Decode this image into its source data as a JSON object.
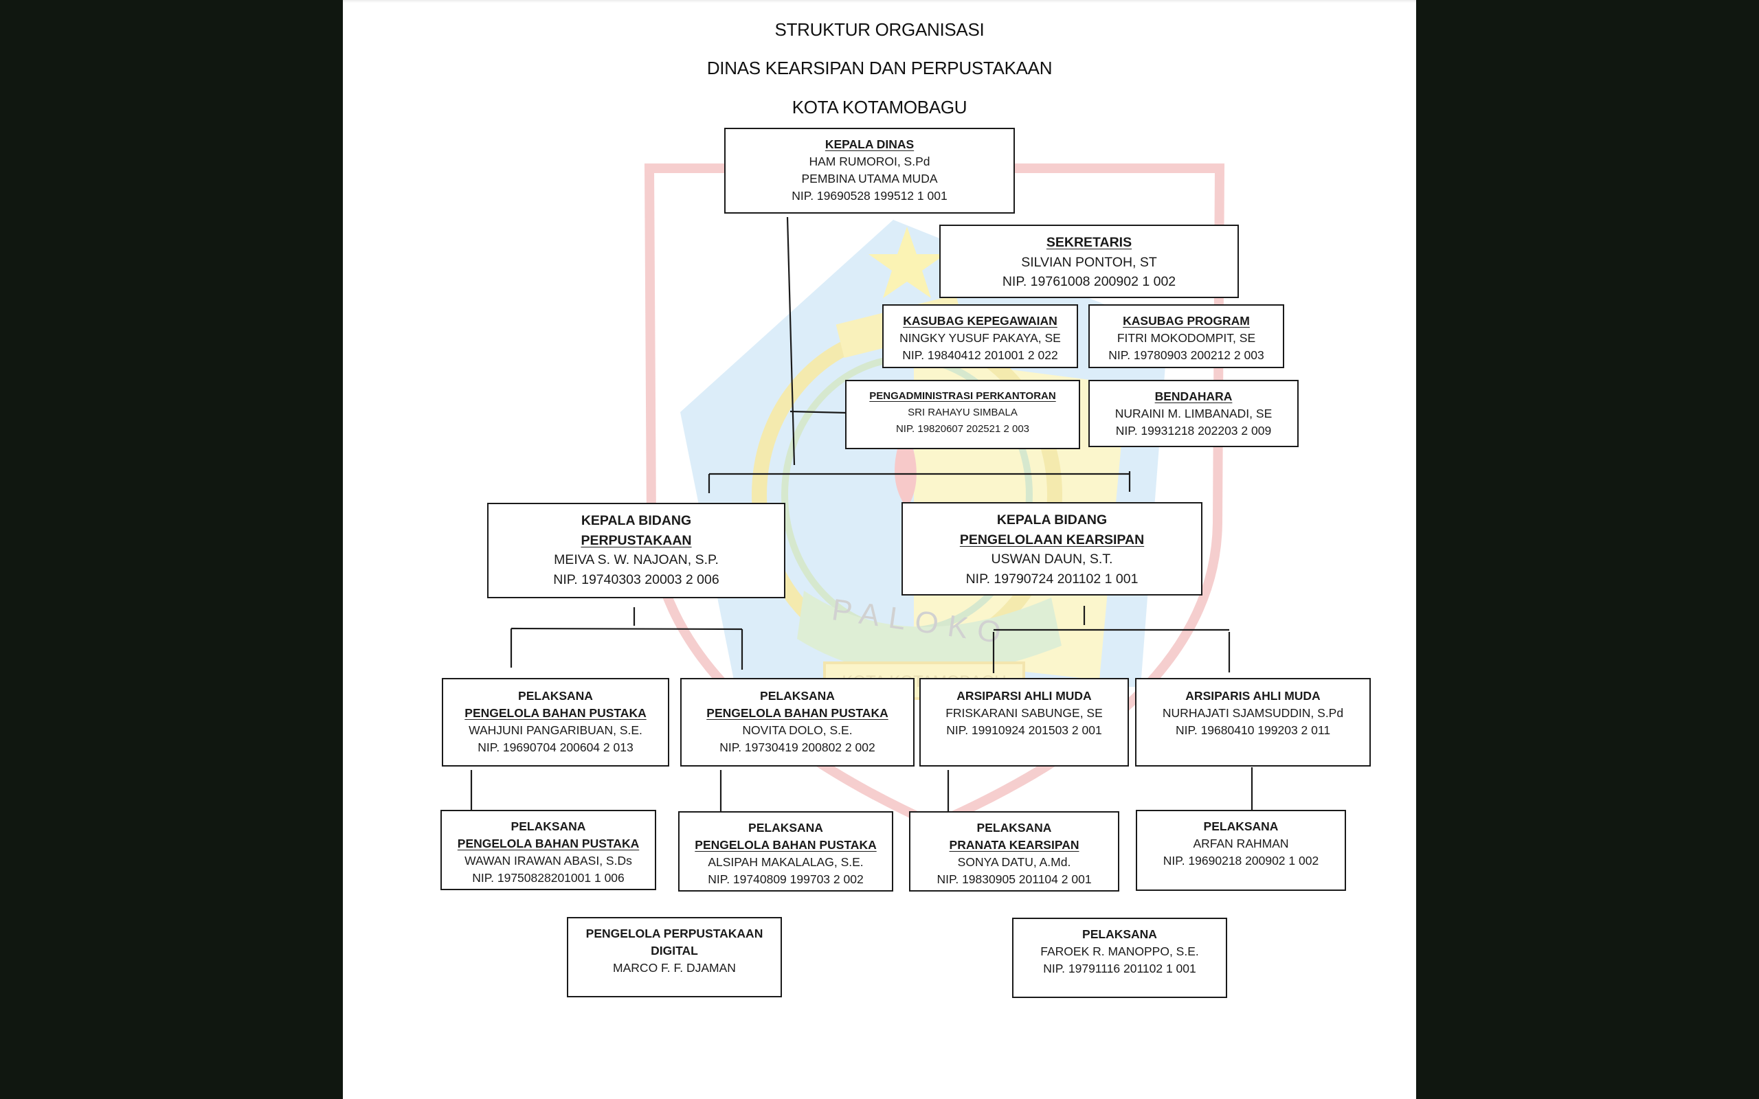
{
  "document": {
    "title_lines": [
      "STRUKTUR ORGANISASI",
      "DINAS KEARSIPAN DAN PERPUSTAKAAN",
      "KOTA KOTAMOBAGU"
    ],
    "watermark": {
      "description": "Kota Kotamobagu coat of arms",
      "motto": "PALOKO",
      "banner": "KOTA KOTAMOBAGU",
      "colors": {
        "shield_border": "#f4c6c6",
        "blue": "#cfe7f6",
        "yellow": "#fbf3b8",
        "green": "#cfe8c4",
        "red": "#f6b9b9"
      }
    }
  },
  "org": {
    "kepala_dinas": {
      "title": "KEPALA DINAS",
      "name": "HAM RUMOROI, S.Pd",
      "rank": "PEMBINA UTAMA MUDA",
      "nip": "NIP. 19690528 199512 1 001"
    },
    "sekretaris": {
      "title": "SEKRETARIS",
      "name": "SILVIAN PONTOH, ST",
      "nip": "NIP. 19761008 200902 1 002"
    },
    "kasubag_kepegawaian": {
      "title": "KASUBAG KEPEGAWAIAN",
      "name": "NINGKY YUSUF PAKAYA, SE",
      "nip": "NIP. 19840412 201001 2 022"
    },
    "kasubag_program": {
      "title": "KASUBAG PROGRAM",
      "name": "FITRI MOKODOMPIT, SE",
      "nip": "NIP. 19780903 200212 2 003"
    },
    "pengadministrasi": {
      "title": "PENGADMINISTRASI PERKANTORAN",
      "name": "SRI RAHAYU SIMBALA",
      "nip": "NIP. 19820607 202521 2 003"
    },
    "bendahara": {
      "title": "BENDAHARA",
      "name": "NURAINI M. LIMBANADI, SE",
      "nip": "NIP. 19931218 202203 2 009"
    },
    "kabid_perpustakaan": {
      "title": "KEPALA BIDANG",
      "subtitle": "PERPUSTAKAAN",
      "name": "MEIVA S. W. NAJOAN, S.P.",
      "nip": "NIP. 19740303 20003 2 006"
    },
    "kabid_kearsipan": {
      "title": "KEPALA BIDANG",
      "subtitle": "PENGELOLAAN KEARSIPAN",
      "name": "USWAN DAUN, S.T.",
      "nip": "NIP. 19790724 201102 1 001"
    },
    "level3": [
      {
        "title": "PELAKSANA",
        "subtitle": "PENGELOLA BAHAN PUSTAKA",
        "name": "WAHJUNI PANGARIBUAN, S.E.",
        "nip": "NIP. 19690704 200604 2 013"
      },
      {
        "title": "PELAKSANA",
        "subtitle": "PENGELOLA BAHAN PUSTAKA",
        "name": "NOVITA DOLO, S.E.",
        "nip": "NIP. 19730419 200802 2 002"
      },
      {
        "title": "ARSIPARSI AHLI MUDA",
        "name": "FRISKARANI SABUNGE, SE",
        "nip": "NIP. 19910924 201503 2 001"
      },
      {
        "title": "ARSIPARIS AHLI MUDA",
        "name": "NURHAJATI SJAMSUDDIN, S.Pd",
        "nip": "NIP. 19680410 199203 2 011"
      }
    ],
    "level4": [
      {
        "title": "PELAKSANA",
        "subtitle": "PENGELOLA BAHAN PUSTAKA",
        "name": "WAWAN IRAWAN ABASI, S.Ds",
        "nip": "NIP. 19750828201001 1 006"
      },
      {
        "title": "PELAKSANA",
        "subtitle": "PENGELOLA BAHAN PUSTAKA",
        "name": "ALSIPAH MAKALALAG, S.E.",
        "nip": "NIP. 19740809 199703 2 002"
      },
      {
        "title": "PELAKSANA",
        "subtitle": "PRANATA KEARSIPAN",
        "name": "SONYA DATU, A.Md.",
        "nip": "NIP. 19830905 201104 2 001"
      },
      {
        "title": "PELAKSANA",
        "name": "ARFAN RAHMAN",
        "nip": "NIP. 19690218 200902 1 002"
      }
    ],
    "level5": [
      {
        "title": "PENGELOLA PERPUSTAKAAN",
        "title2": "DIGITAL",
        "name": "MARCO F. F. DJAMAN"
      },
      {
        "title": "PELAKSANA",
        "name": "FAROEK R. MANOPPO, S.E.",
        "nip": "NIP. 19791116 201102 1 001"
      }
    ]
  }
}
